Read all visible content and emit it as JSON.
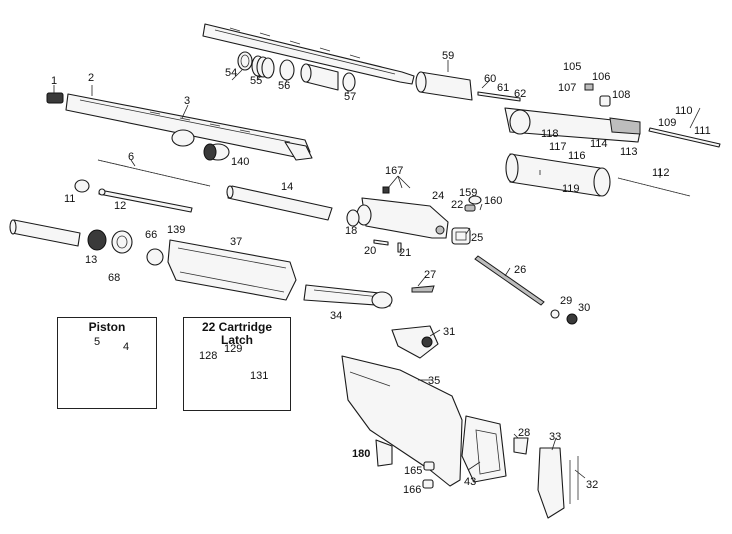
{
  "callouts": {
    "c1": "1",
    "c2": "2",
    "c3": "3",
    "c4": "4",
    "c5": "5",
    "c6": "6",
    "c11": "11",
    "c12": "12",
    "c13": "13",
    "c14": "14",
    "c18": "18",
    "c20": "20",
    "c21": "21",
    "c22": "22",
    "c24": "24",
    "c25": "25",
    "c26": "26",
    "c27": "27",
    "c28": "28",
    "c29": "29",
    "c30": "30",
    "c31": "31",
    "c32": "32",
    "c33": "33",
    "c34": "34",
    "c35": "35",
    "c37": "37",
    "c43": "43",
    "c54": "54",
    "c55": "55",
    "c56": "56",
    "c57": "57",
    "c59": "59",
    "c60": "60",
    "c61": "61",
    "c62": "62",
    "c66": "66",
    "c68": "68",
    "c105": "105",
    "c106": "106",
    "c107": "107",
    "c108": "108",
    "c109": "109",
    "c110": "110",
    "c111": "111",
    "c112": "112",
    "c113": "113",
    "c114": "114",
    "c116": "116",
    "c117": "117",
    "c118": "118",
    "c119": "119",
    "c128": "128",
    "c129": "129",
    "c131": "131",
    "c139": "139",
    "c140": "140",
    "c159": "159",
    "c160": "160",
    "c165": "165",
    "c166": "166",
    "c167": "167",
    "c180": "180"
  },
  "insets": {
    "piston": {
      "title": "Piston"
    },
    "cartridge_latch": {
      "title": "22 Cartridge Latch"
    }
  }
}
